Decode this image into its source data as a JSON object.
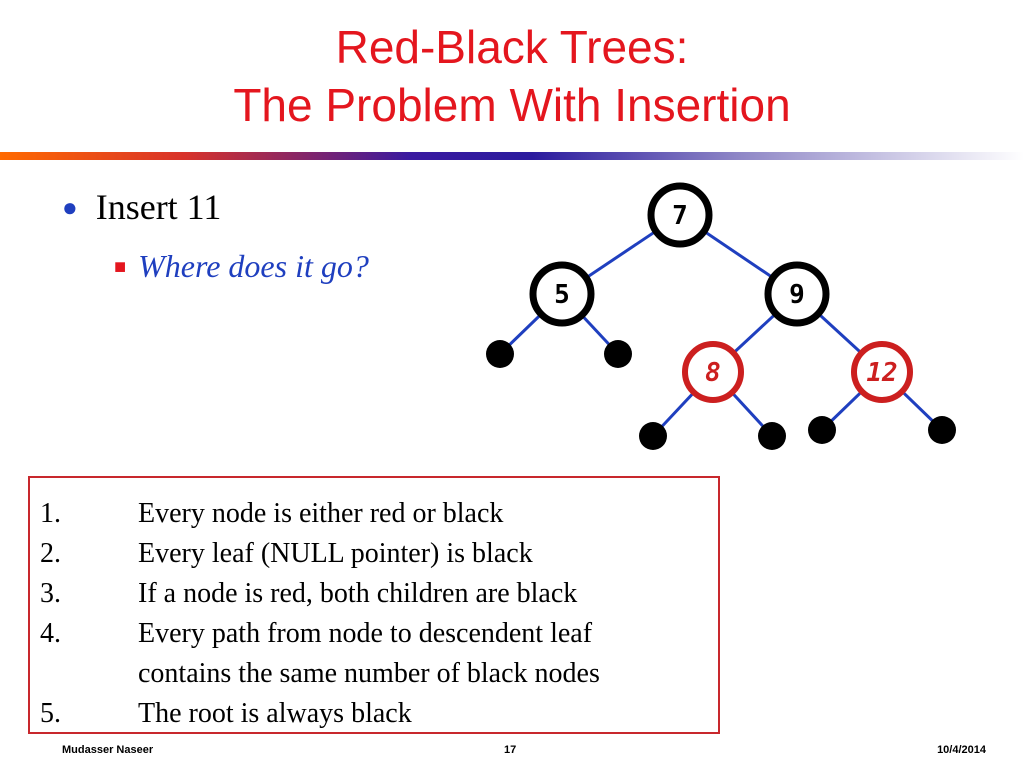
{
  "slide": {
    "title_line1": "Red-Black Trees:",
    "title_line2": "The Problem With Insertion",
    "bullet1_text": "Insert 11",
    "bullet2_text": "Where does it go?",
    "colors": {
      "title": "#e4161e",
      "red_node": "#cc1f1f",
      "edge": "#1f3fbf",
      "box_border": "#c8282d"
    }
  },
  "tree": {
    "nodes": [
      {
        "label": "7",
        "color": "black"
      },
      {
        "label": "5",
        "color": "black"
      },
      {
        "label": "9",
        "color": "black"
      },
      {
        "label": "8",
        "color": "red"
      },
      {
        "label": "12",
        "color": "red"
      }
    ]
  },
  "rules": [
    {
      "num": "1.",
      "text": "Every node is either red or black"
    },
    {
      "num": "2.",
      "text": "Every leaf (NULL pointer) is black"
    },
    {
      "num": "3.",
      "text": "If a node is red, both children are black"
    },
    {
      "num": "4.",
      "text": "Every path from node to descendent leaf"
    },
    {
      "num": "",
      "text": "contains the same number of black nodes"
    },
    {
      "num": "5.",
      "text": "The root is always black"
    }
  ],
  "footer": {
    "author": "Mudasser Naseer",
    "page": "17",
    "date": "10/4/2014"
  }
}
